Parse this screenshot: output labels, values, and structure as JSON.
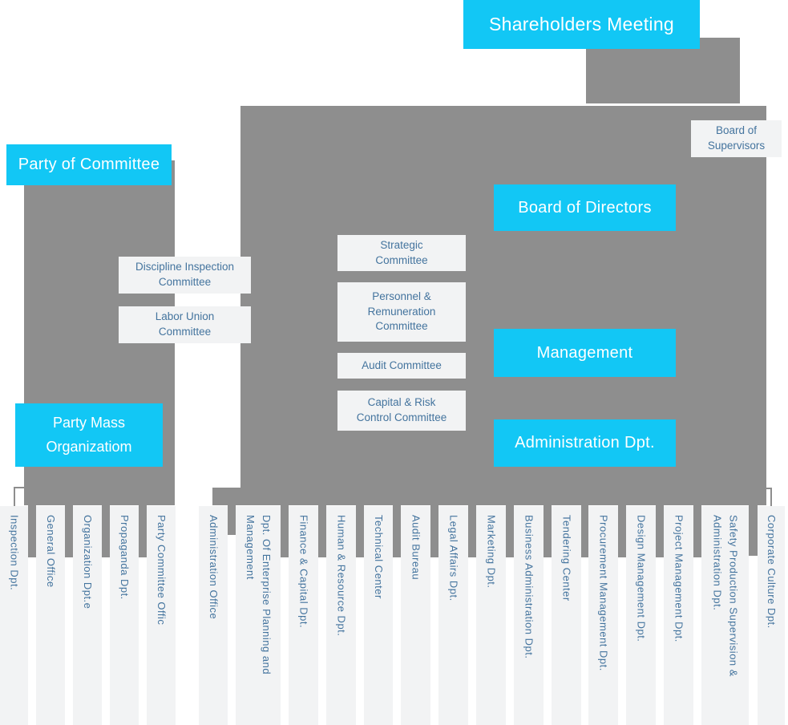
{
  "colors": {
    "accent": "#12c7f5",
    "gray": "#8e8e8e",
    "box_bg": "#f2f3f4",
    "box_text": "#44749e",
    "node_text": "#ffffff"
  },
  "nodes": {
    "shareholders_meeting": "Shareholders Meeting",
    "party_of_committee": "Party of Committee",
    "board_of_supervisors": [
      "Board of",
      "Supervisors"
    ],
    "board_of_directors": "Board of Directors",
    "management": "Management",
    "administration_dpt": "Administration Dpt.",
    "party_mass_organization": [
      "Party Mass",
      "Organizatiom"
    ],
    "strategic_committee": [
      "Strategic",
      "Committee"
    ],
    "personnel_remuneration_committee": [
      "Personnel &",
      "Remuneration",
      "Committee"
    ],
    "audit_committee": "Audit Committee",
    "capital_risk_control_committee": [
      "Capital & Risk",
      "Control Committee"
    ],
    "discipline_inspection_committee": [
      "Discipline Inspection",
      "Committee"
    ],
    "labor_union_committee": [
      "Labor Union",
      "Committee"
    ]
  },
  "departments": {
    "party": [
      "Inspection Dpt.",
      "General Office",
      "Organization Dpt.e",
      "Propaganda Dpt.",
      "Party Committee Offic"
    ],
    "company": [
      "Administration Office",
      [
        "Dpt. Of Enterprise Planning and",
        "Management"
      ],
      "Finance & Capital Dpt.",
      "Human & Resource Dpt.",
      "Technical Center",
      "Audit Bureau",
      "Legal Affairs Dpt.",
      "Marketing Dpt.",
      "Business Administration Dpt.",
      "Tendering Center",
      "Procurement Management Dpt.",
      "Design Management Dpt.",
      "Project Management Dpt.",
      [
        "Safety Production Supervision &",
        "Administration Dpt."
      ],
      "Corporate Culture Dpt."
    ]
  }
}
